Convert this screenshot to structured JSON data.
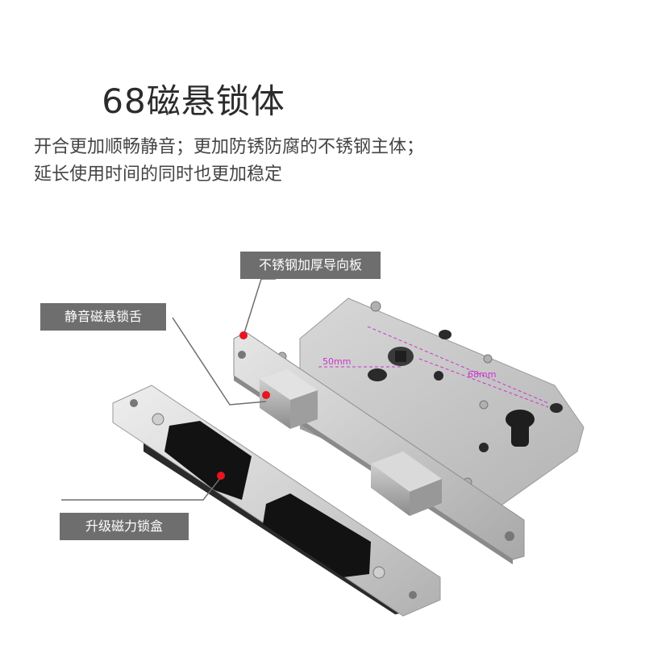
{
  "title": "68磁悬锁体",
  "description": {
    "line1": "开合更加顺畅静音；更加防锈防腐的不锈钢主体；",
    "line2": "延长使用时间的同时也更加稳定"
  },
  "callouts": {
    "faceplate": "不锈钢加厚导向板",
    "latch": "静音磁悬锁舌",
    "strike": "升级磁力锁盒"
  },
  "dimensions": {
    "backset": "50mm",
    "center": "68mm"
  },
  "colors": {
    "steel_light": "#dcdcdc",
    "steel_mid": "#b8b8b8",
    "steel_dark": "#8a8a8a",
    "callout_bg": "#6e6e6e",
    "dimension": "#cc33cc",
    "marker": "#e8141e"
  }
}
